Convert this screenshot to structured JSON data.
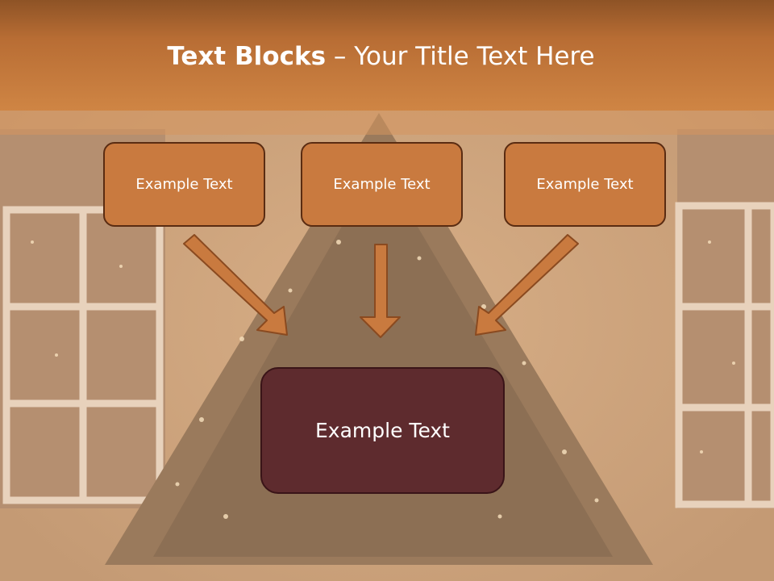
{
  "slide": {
    "title_bold": "Text Blocks",
    "title_sep": " – ",
    "title_rest": "Your Title Text Here",
    "boxes": [
      {
        "label": "Example Text"
      },
      {
        "label": "Example Text"
      },
      {
        "label": "Example Text"
      }
    ],
    "main_box": {
      "label": "Example Text"
    }
  },
  "colors": {
    "header": "#c47a3c",
    "box_fill": "#c97a3f",
    "box_border": "#5a2c12",
    "main_box_fill": "#5e2b2e",
    "arrow_fill": "#c97a3f"
  },
  "icons": {
    "arrows": [
      "arrow-down-right-icon",
      "arrow-down-icon",
      "arrow-down-left-icon"
    ],
    "background": "christmas-tree-photo"
  }
}
